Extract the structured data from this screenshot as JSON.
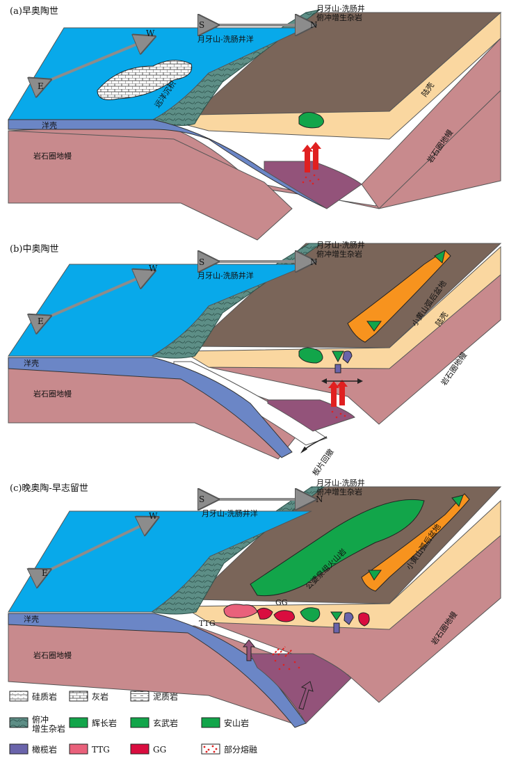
{
  "panels": [
    {
      "title": "(a)早奥陶世",
      "ocean": "月牙山-洗肠井洋",
      "accretion": "月牙山-洗肠井\n俯冲增生杂岩",
      "ocean_crust": "洋壳",
      "mantle": "岩石圈地幔",
      "mantle_right": "岩石圈地幔",
      "cont_crust": "陆壳",
      "sediment": "远洋沉积",
      "dir_w": "W",
      "dir_e": "E",
      "dir_s": "S",
      "dir_n": "N"
    },
    {
      "title": "(b)中奥陶世",
      "ocean": "月牙山-洗肠井洋",
      "accretion": "月牙山-洗肠井\n俯冲增生杂岩",
      "ocean_crust": "洋壳",
      "mantle": "岩石圈地幔",
      "mantle_right": "岩石圈地幔",
      "cont_crust": "陆壳",
      "basin": "小黄山弧后盆地",
      "rollback": "板片回撤",
      "dir_w": "W",
      "dir_e": "E",
      "dir_s": "S",
      "dir_n": "N"
    },
    {
      "title": "(c)晚奥陶-早志留世",
      "ocean": "月牙山-洗肠井洋",
      "accretion": "月牙山-洗肠井\n俯冲增生杂岩",
      "ocean_crust": "洋壳",
      "mantle": "岩石圈地幔",
      "mantle_right": "岩石圈地幔",
      "basin": "小黄山弧后盆地",
      "volcanic": "公婆泉组火山岩",
      "ttg": "TTG",
      "gg": "GG",
      "dir_w": "W",
      "dir_e": "E",
      "dir_s": "S",
      "dir_n": "N"
    }
  ],
  "legend": [
    {
      "label": "硅质岩",
      "pattern": "chert"
    },
    {
      "label": "灰岩",
      "pattern": "limestone"
    },
    {
      "label": "泥质岩",
      "pattern": "mudstone"
    },
    {
      "label": "俯冲\n增生杂岩",
      "pattern": "accretion"
    },
    {
      "label": "辉长岩",
      "color": "#12a54a"
    },
    {
      "label": "玄武岩",
      "color": "#12a54a"
    },
    {
      "label": "安山岩",
      "color": "#12a54a"
    },
    {
      "label": "橄榄岩",
      "color": "#6a64ab"
    },
    {
      "label": "TTG",
      "color": "#e9617b"
    },
    {
      "label": "GG",
      "color": "#d90d3f"
    },
    {
      "label": "部分熔融",
      "pattern": "melt"
    }
  ],
  "colors": {
    "ocean": "#08a9ea",
    "ocean_crust": "#6b86c6",
    "mantle": "#c88a8d",
    "cont_crust": "#fad7a0",
    "top_surface": "#7a6559",
    "accretion": "#5d8e86",
    "wedge": "#93537a",
    "basin": "#f7931e",
    "green": "#12a54a",
    "purple": "#6a64ab",
    "ttg": "#e9617b",
    "gg": "#d90d3f",
    "melt": "#e02020"
  }
}
